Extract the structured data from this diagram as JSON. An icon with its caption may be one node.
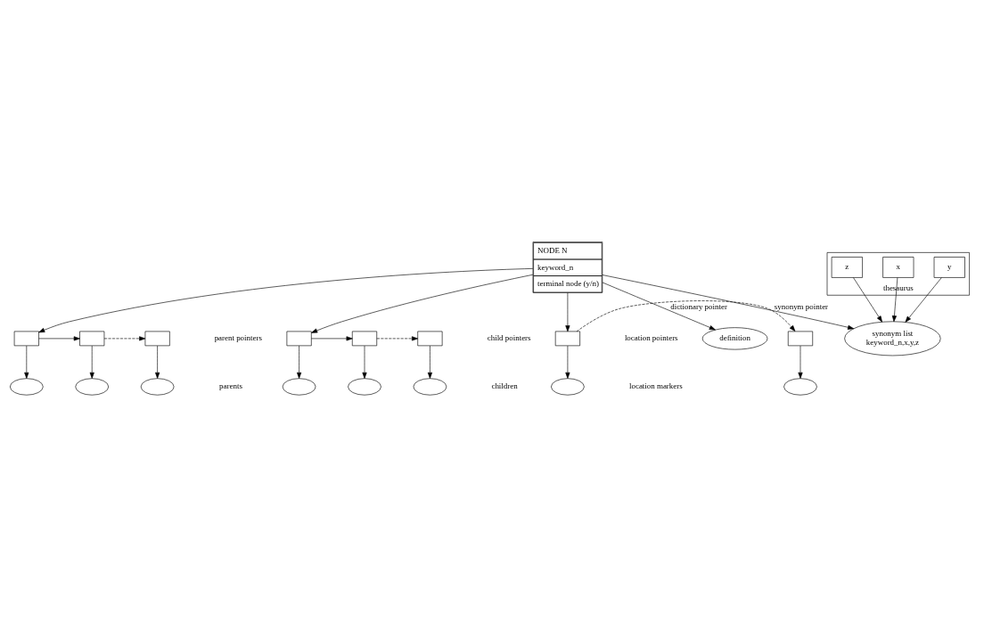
{
  "diagram": {
    "nodes": [
      {
        "text": [
          "NODE N",
          "keyword_n",
          "terminal node (y/n)"
        ]
      },
      {
        "text": [],
        "shape": "box"
      },
      {
        "text": [],
        "shape": "box"
      },
      {
        "text": [],
        "shape": "box"
      },
      {
        "text": [],
        "shape": "ellipse"
      },
      {
        "text": [],
        "shape": "ellipse"
      },
      {
        "text": [],
        "shape": "ellipse"
      },
      {
        "text": [],
        "shape": "box"
      },
      {
        "text": [],
        "shape": "box"
      },
      {
        "text": [],
        "shape": "box"
      },
      {
        "text": [],
        "shape": "ellipse"
      },
      {
        "text": [],
        "shape": "ellipse"
      },
      {
        "text": [],
        "shape": "ellipse"
      },
      {
        "text": [
          "definition"
        ]
      },
      {
        "text": [
          "synonym list",
          "keyword_n,x,y,z"
        ]
      },
      {
        "text": [
          "thesaurus"
        ]
      },
      {
        "text": [
          "x"
        ],
        "in": 15
      },
      {
        "text": [
          "y"
        ],
        "in": 15
      },
      {
        "text": [
          "z"
        ],
        "in": 15
      },
      {
        "text": [],
        "shape": "box"
      },
      {
        "text": [],
        "shape": "box"
      },
      {
        "text": [],
        "shape": "ellipse"
      },
      {
        "text": [],
        "shape": "ellipse"
      }
    ],
    "edges": [
      {
        "from": 0,
        "to": 1,
        "arrow": "to"
      },
      {
        "from": 1,
        "to": 2,
        "arrow": "to"
      },
      {
        "from": 2,
        "to": 3,
        "arrow": "to",
        "style": "dashed"
      },
      {
        "from": 1,
        "to": 4,
        "arrow": "to"
      },
      {
        "from": 2,
        "to": 5,
        "arrow": "to"
      },
      {
        "from": 3,
        "to": 6,
        "arrow": "to"
      },
      {
        "from": 0,
        "to": 7,
        "arrow": "to"
      },
      {
        "from": 7,
        "to": 8,
        "arrow": "to"
      },
      {
        "from": 8,
        "to": 9,
        "arrow": "to",
        "style": "dashed"
      },
      {
        "from": 7,
        "to": 10,
        "arrow": "to"
      },
      {
        "from": 8,
        "to": 11,
        "arrow": "to"
      },
      {
        "from": 9,
        "to": 12,
        "arrow": "to"
      },
      {
        "from": 0,
        "to": 13,
        "arrow": "to",
        "label": "dictionary pointer"
      },
      {
        "from": 0,
        "to": 14,
        "arrow": "to",
        "label": "synonym pointer"
      },
      {
        "from": 16,
        "to": 14,
        "arrow": "to"
      },
      {
        "from": 17,
        "to": 14,
        "arrow": "to"
      },
      {
        "from": 18,
        "to": 14,
        "arrow": "to"
      },
      {
        "from": 0,
        "to": 19,
        "arrow": "to"
      },
      {
        "from": 19,
        "to": 20,
        "arrow": "to",
        "style": "dashed"
      },
      {
        "from": 19,
        "to": 21,
        "arrow": "to"
      },
      {
        "from": 20,
        "to": 22,
        "arrow": "to"
      }
    ],
    "labels": [
      "parent pointers",
      "parents",
      "child pointers",
      "children",
      "location pointers",
      "location markers"
    ]
  }
}
